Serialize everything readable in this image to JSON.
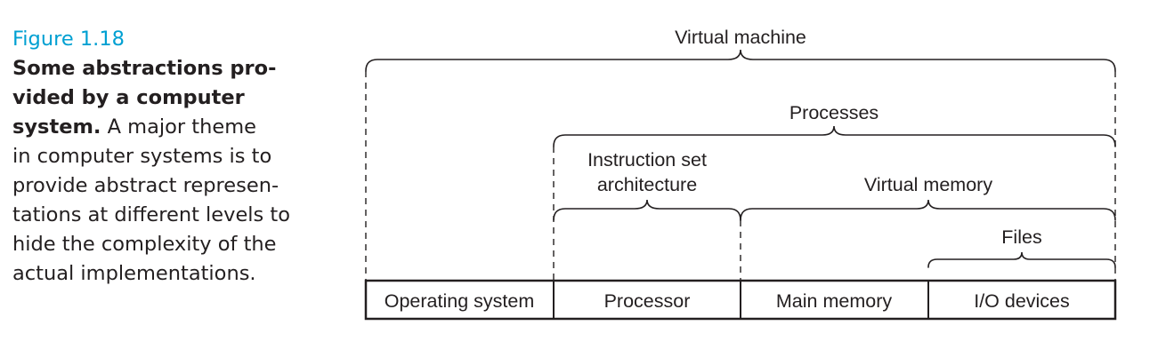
{
  "caption": {
    "figure_label": "Figure 1.18",
    "lines": [
      {
        "bold": "Some abstractions pro-",
        "normal": ""
      },
      {
        "bold": "vided by a computer",
        "normal": ""
      },
      {
        "bold": "system.",
        "normal": " A major theme"
      },
      {
        "bold": "",
        "normal": "in computer systems is to"
      },
      {
        "bold": "",
        "normal": "provide abstract represen-"
      },
      {
        "bold": "",
        "normal": "tations at different levels to"
      },
      {
        "bold": "",
        "normal": "hide the complexity of the"
      },
      {
        "bold": "",
        "normal": "actual implementations."
      }
    ]
  },
  "diagram": {
    "boxes": [
      "Operating system",
      "Processor",
      "Main memory",
      "I/O devices"
    ],
    "abstractions": {
      "virtual_machine": "Virtual machine",
      "processes": "Processes",
      "isa_line1": "Instruction set",
      "isa_line2": "architecture",
      "virtual_memory": "Virtual memory",
      "files": "Files"
    }
  }
}
